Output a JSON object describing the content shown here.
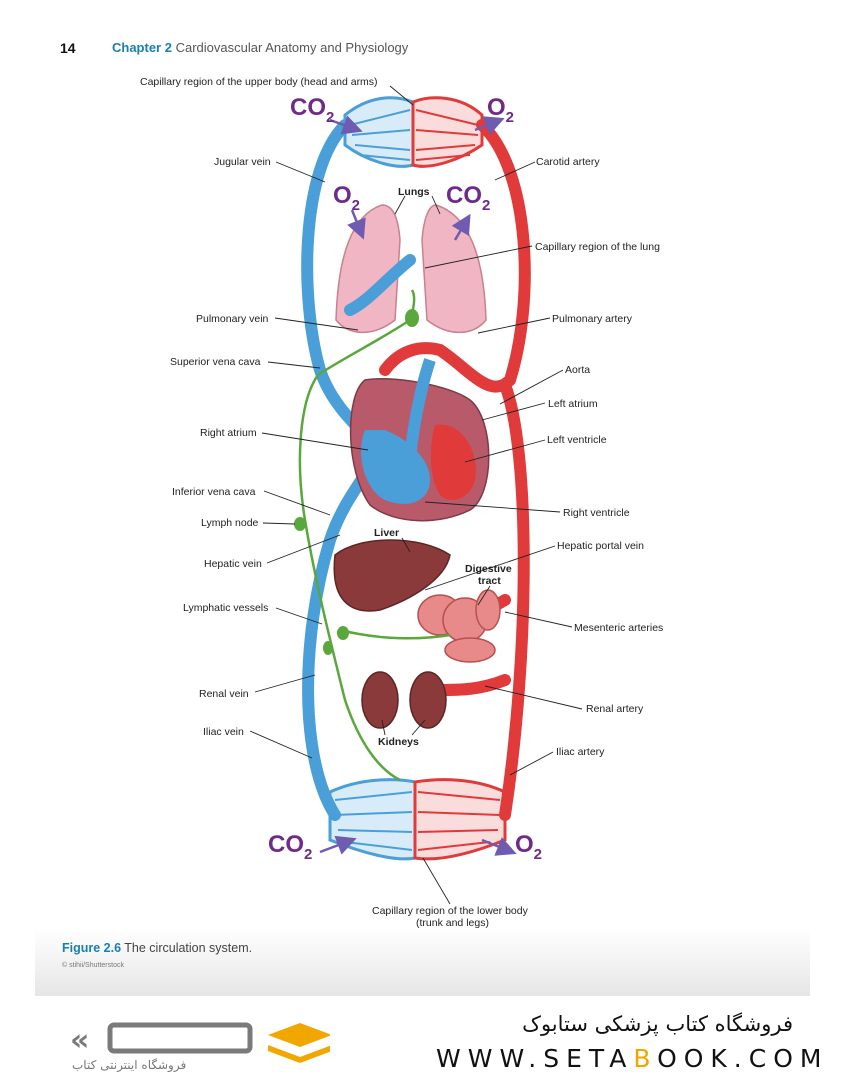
{
  "header": {
    "page_number": "14",
    "chapter": "Chapter 2",
    "title": "Cardiovascular Anatomy and Physiology"
  },
  "diagram": {
    "gases": {
      "co2": "CO",
      "o2": "O",
      "sub": "2"
    },
    "labels": {
      "capillary_upper": "Capillary region of the upper body (head and arms)",
      "jugular_vein": "Jugular vein",
      "carotid_artery": "Carotid artery",
      "lungs": "Lungs",
      "capillary_lung": "Capillary region of the lung",
      "pulmonary_vein": "Pulmonary vein",
      "pulmonary_artery": "Pulmonary artery",
      "superior_vena_cava": "Superior vena cava",
      "aorta": "Aorta",
      "left_atrium": "Left atrium",
      "right_atrium": "Right atrium",
      "left_ventricle": "Left ventricle",
      "inferior_vena_cava": "Inferior vena cava",
      "right_ventricle": "Right ventricle",
      "lymph_node": "Lymph node",
      "liver": "Liver",
      "hepatic_portal_vein": "Hepatic portal vein",
      "hepatic_vein": "Hepatic vein",
      "digestive_tract_1": "Digestive",
      "digestive_tract_2": "tract",
      "lymphatic_vessels": "Lymphatic vessels",
      "mesenteric_arteries": "Mesenteric arteries",
      "renal_vein": "Renal vein",
      "renal_artery": "Renal artery",
      "kidneys": "Kidneys",
      "iliac_vein": "Iliac vein",
      "iliac_artery": "Iliac artery",
      "capillary_lower_1": "Capillary region of the lower body",
      "capillary_lower_2": "(trunk and legs)"
    }
  },
  "figure": {
    "label": "Figure 2.6",
    "caption": "The circulation system.",
    "credit": "© stihii/Shutterstock"
  },
  "footer": {
    "store_name": "فروشگاه کتاب پزشکی ستابوک",
    "url_pre": "WWW.SETA",
    "url_hl": "B",
    "url_post": "OOK.COM",
    "logo_sub": "فروشگاه اینترنتی کتاب"
  },
  "colors": {
    "vein": "#4a9fd8",
    "artery": "#e03a3a",
    "lymph": "#5aa83c",
    "gas": "#6f2a8a",
    "accent": "#1a7fb0",
    "flow": "#f5c400"
  }
}
